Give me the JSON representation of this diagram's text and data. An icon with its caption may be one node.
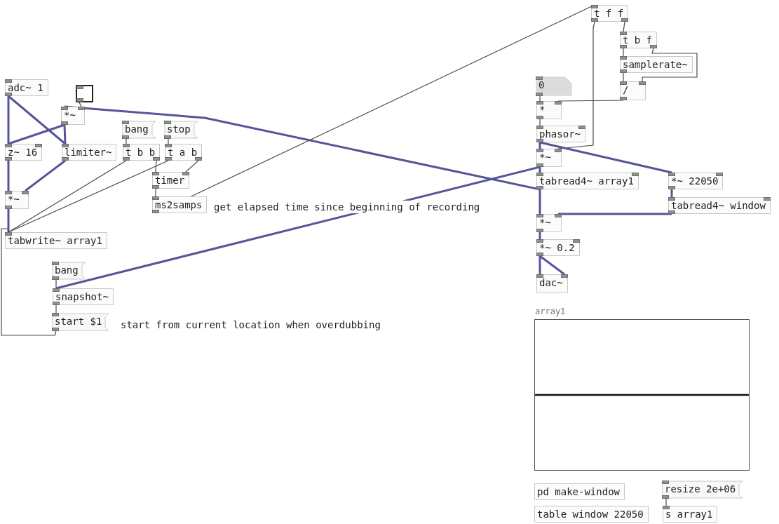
{
  "diagram": {
    "nodes": [
      {
        "text": [
          "adc~ 1"
        ]
      },
      {
        "text": [],
        "shape": "box"
      },
      {
        "text": [
          "*~"
        ]
      },
      {
        "text": [
          "bang"
        ]
      },
      {
        "text": [
          "stop"
        ]
      },
      {
        "text": [
          "z~ 16"
        ]
      },
      {
        "text": [
          "limiter~"
        ]
      },
      {
        "text": [
          "t b b"
        ]
      },
      {
        "text": [
          "t a b"
        ]
      },
      {
        "text": [
          "timer"
        ]
      },
      {
        "text": [
          "*~"
        ]
      },
      {
        "text": [
          "ms2samps"
        ]
      },
      {
        "text": [
          "tabwrite~ array1"
        ]
      },
      {
        "text": [
          "bang"
        ]
      },
      {
        "text": [
          "snapshot~"
        ]
      },
      {
        "text": [
          "start $1"
        ]
      },
      {
        "text": [
          "t f f"
        ]
      },
      {
        "text": [
          "t b f"
        ]
      },
      {
        "text": [
          "samplerate~"
        ]
      },
      {
        "text": [
          "0"
        ]
      },
      {
        "text": [
          "/"
        ]
      },
      {
        "text": [
          "*"
        ]
      },
      {
        "text": [
          "phasor~"
        ]
      },
      {
        "text": [
          "*~"
        ]
      },
      {
        "text": [
          "tabread4~ array1"
        ]
      },
      {
        "text": [
          "*~ 22050"
        ]
      },
      {
        "text": [
          "tabread4~ window"
        ]
      },
      {
        "text": [
          "*~"
        ]
      },
      {
        "text": [
          "*~ 0.2"
        ]
      },
      {
        "text": [
          "dac~"
        ]
      },
      {
        "text": [
          "array1"
        ]
      },
      {
        "text": [
          "pd make-window"
        ]
      },
      {
        "text": [
          "resize 2e+06"
        ]
      },
      {
        "text": [
          "table window 22050"
        ]
      },
      {
        "text": [
          "s array1"
        ]
      }
    ],
    "edges": [
      {
        "from": 0,
        "to": 5,
        "arrow": "none",
        "style": "thick",
        "color": "#55559a"
      },
      {
        "from": 0,
        "to": 6,
        "arrow": "none",
        "style": "thick",
        "color": "#55559a"
      },
      {
        "from": 1,
        "to": 2,
        "arrow": "none"
      },
      {
        "from": 2,
        "to": 5,
        "arrow": "none",
        "style": "thick",
        "color": "#55559a"
      },
      {
        "from": 2,
        "to": 6,
        "arrow": "none",
        "style": "thick",
        "color": "#55559a"
      },
      {
        "from": 24,
        "to": 2,
        "arrow": "none",
        "style": "thick",
        "color": "#55559a"
      },
      {
        "from": 5,
        "to": 10,
        "arrow": "none",
        "style": "thick",
        "color": "#55559a"
      },
      {
        "from": 6,
        "to": 10,
        "arrow": "none",
        "style": "thick",
        "color": "#55559a"
      },
      {
        "from": 10,
        "to": 12,
        "arrow": "none",
        "style": "thick",
        "color": "#55559a"
      },
      {
        "from": 3,
        "to": 7,
        "arrow": "none"
      },
      {
        "from": 4,
        "to": 8,
        "arrow": "none"
      },
      {
        "from": 7,
        "to": 12,
        "arrow": "none"
      },
      {
        "from": 7,
        "to": 9,
        "arrow": "none"
      },
      {
        "from": 8,
        "to": 12,
        "arrow": "none"
      },
      {
        "from": 8,
        "to": 9,
        "arrow": "none"
      },
      {
        "from": 9,
        "to": 11,
        "arrow": "none"
      },
      {
        "from": 11,
        "to": 16,
        "arrow": "none"
      },
      {
        "from": 15,
        "to": 12,
        "arrow": "none"
      },
      {
        "from": 13,
        "to": 14,
        "arrow": "none"
      },
      {
        "from": 14,
        "to": 15,
        "arrow": "none"
      },
      {
        "from": 23,
        "to": 14,
        "arrow": "none",
        "style": "thick",
        "color": "#55559a"
      },
      {
        "from": 16,
        "to": 23,
        "arrow": "none"
      },
      {
        "from": 16,
        "to": 17,
        "arrow": "none"
      },
      {
        "from": 17,
        "to": 18,
        "arrow": "none"
      },
      {
        "from": 17,
        "to": 20,
        "arrow": "none"
      },
      {
        "from": 18,
        "to": 20,
        "arrow": "none"
      },
      {
        "from": 20,
        "to": 21,
        "arrow": "none"
      },
      {
        "from": 19,
        "to": 21,
        "arrow": "none"
      },
      {
        "from": 21,
        "to": 22,
        "arrow": "none"
      },
      {
        "from": 22,
        "to": 23,
        "arrow": "none",
        "style": "thick",
        "color": "#55559a"
      },
      {
        "from": 22,
        "to": 25,
        "arrow": "none",
        "style": "thick",
        "color": "#55559a"
      },
      {
        "from": 23,
        "to": 24,
        "arrow": "none",
        "style": "thick",
        "color": "#55559a"
      },
      {
        "from": 25,
        "to": 26,
        "arrow": "none",
        "style": "thick",
        "color": "#55559a"
      },
      {
        "from": 24,
        "to": 27,
        "arrow": "none",
        "style": "thick",
        "color": "#55559a"
      },
      {
        "from": 26,
        "to": 27,
        "arrow": "none",
        "style": "thick",
        "color": "#55559a"
      },
      {
        "from": 27,
        "to": 28,
        "arrow": "none",
        "style": "thick",
        "color": "#55559a"
      },
      {
        "from": 28,
        "to": 29,
        "arrow": "none",
        "style": "thick",
        "color": "#55559a"
      },
      {
        "from": 28,
        "to": 29,
        "arrow": "none",
        "style": "thick",
        "color": "#55559a"
      },
      {
        "from": 32,
        "to": 34,
        "arrow": "none"
      }
    ],
    "labels": [
      "get elapsed time since beginning of recording",
      "start from current location when overdubbing"
    ]
  }
}
